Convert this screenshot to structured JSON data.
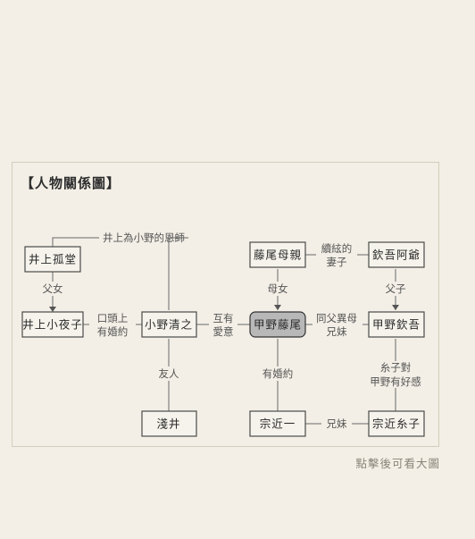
{
  "title": "【人物關係圖】",
  "caption": "點擊後可看大圖",
  "nodes": {
    "inoue_kodo": "井上孤堂",
    "inoue_sayoko": "井上小夜子",
    "ono_seizo": "小野清之",
    "asai": "淺井",
    "fujio_mother": "藤尾母親",
    "kono_fujio": "甲野藤尾",
    "muneya_ichi": "宗近一",
    "kingo_amiya": "欽吾阿爺",
    "kono_kingo": "甲野欽吾",
    "muneya_itoko": "宗近糸子"
  },
  "edges": {
    "mentor": "井上為小野的恩師",
    "father_daughter": "父女",
    "verbal_engagement_1": "口頭上",
    "verbal_engagement_2": "有婚約",
    "mutual_1": "互有",
    "mutual_2": "愛意",
    "friends": "友人",
    "mother_daughter": "母女",
    "engaged": "有婚約",
    "stepspouse_1": "續絃的",
    "stepspouse_2": "妻子",
    "father_son": "父子",
    "halfsibling_1": "同父異母",
    "halfsibling_2": "兄妹",
    "itoko_1": "糸子對",
    "itoko_2": "甲野有好感",
    "siblings": "兄妹"
  }
}
